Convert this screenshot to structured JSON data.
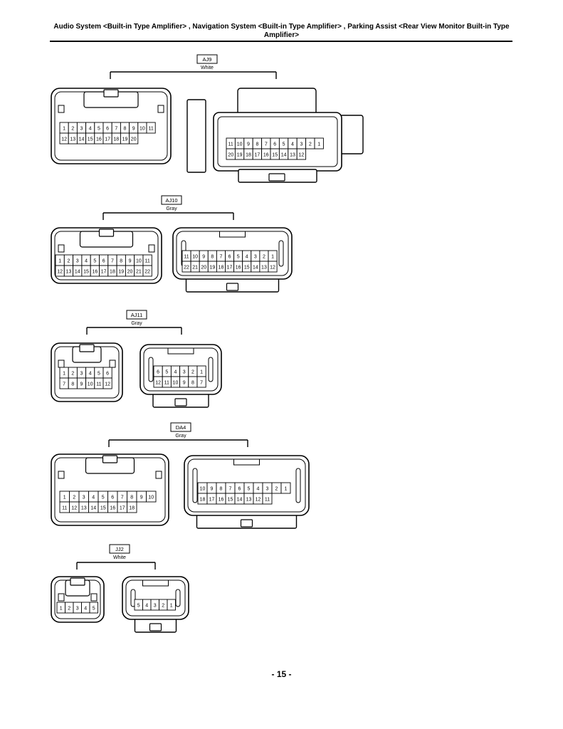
{
  "header": {
    "title_line1": "Audio System <Built-in Type Amplifier> , Navigation System <Built-in Type Amplifier> , Parking Assist <Rear View Monitor Built-in Type",
    "title_line2": "Amplifier>"
  },
  "page_number": "- 15 -",
  "connectors": [
    {
      "code": "AJ9",
      "color": "White",
      "female": {
        "rows": [
          [
            "1",
            "2",
            "3",
            "4",
            "5",
            "6",
            "7",
            "8",
            "9",
            "10",
            "11"
          ],
          [
            "12",
            "13",
            "14",
            "15",
            "16",
            "17",
            "18",
            "19",
            "20"
          ]
        ]
      },
      "male": {
        "rows": [
          [
            "11",
            "10",
            "9",
            "8",
            "7",
            "6",
            "5",
            "4",
            "3",
            "2",
            "1"
          ],
          [
            "20",
            "19",
            "18",
            "17",
            "16",
            "15",
            "14",
            "13",
            "12"
          ]
        ]
      }
    },
    {
      "code": "AJ10",
      "color": "Gray",
      "female": {
        "rows": [
          [
            "1",
            "2",
            "3",
            "4",
            "5",
            "6",
            "7",
            "8",
            "9",
            "10",
            "11"
          ],
          [
            "12",
            "13",
            "14",
            "15",
            "16",
            "17",
            "18",
            "19",
            "20",
            "21",
            "22"
          ]
        ]
      },
      "male": {
        "rows": [
          [
            "11",
            "10",
            "9",
            "8",
            "7",
            "6",
            "5",
            "4",
            "3",
            "2",
            "1"
          ],
          [
            "22",
            "21",
            "20",
            "19",
            "18",
            "17",
            "16",
            "15",
            "14",
            "13",
            "12"
          ]
        ]
      }
    },
    {
      "code": "AJ11",
      "color": "Gray",
      "female": {
        "rows": [
          [
            "1",
            "2",
            "3",
            "4",
            "5",
            "6"
          ],
          [
            "7",
            "8",
            "9",
            "10",
            "11",
            "12"
          ]
        ]
      },
      "male": {
        "rows": [
          [
            "6",
            "5",
            "4",
            "3",
            "2",
            "1"
          ],
          [
            "12",
            "11",
            "10",
            "9",
            "8",
            "7"
          ]
        ]
      }
    },
    {
      "code": "DA4",
      "color": "Gray",
      "female": {
        "rows": [
          [
            "1",
            "2",
            "3",
            "4",
            "5",
            "6",
            "7",
            "8",
            "9",
            "10"
          ],
          [
            "11",
            "12",
            "13",
            "14",
            "15",
            "16",
            "17",
            "18"
          ]
        ]
      },
      "male": {
        "rows": [
          [
            "10",
            "9",
            "8",
            "7",
            "6",
            "5",
            "4",
            "3",
            "2",
            "1"
          ],
          [
            "18",
            "17",
            "16",
            "15",
            "14",
            "13",
            "12",
            "11"
          ]
        ]
      }
    },
    {
      "code": "JJ2",
      "color": "White",
      "female": {
        "rows": [
          [
            "1",
            "2",
            "3",
            "4",
            "5"
          ]
        ]
      },
      "male": {
        "rows": [
          [
            "5",
            "4",
            "3",
            "2",
            "1"
          ]
        ]
      }
    }
  ]
}
